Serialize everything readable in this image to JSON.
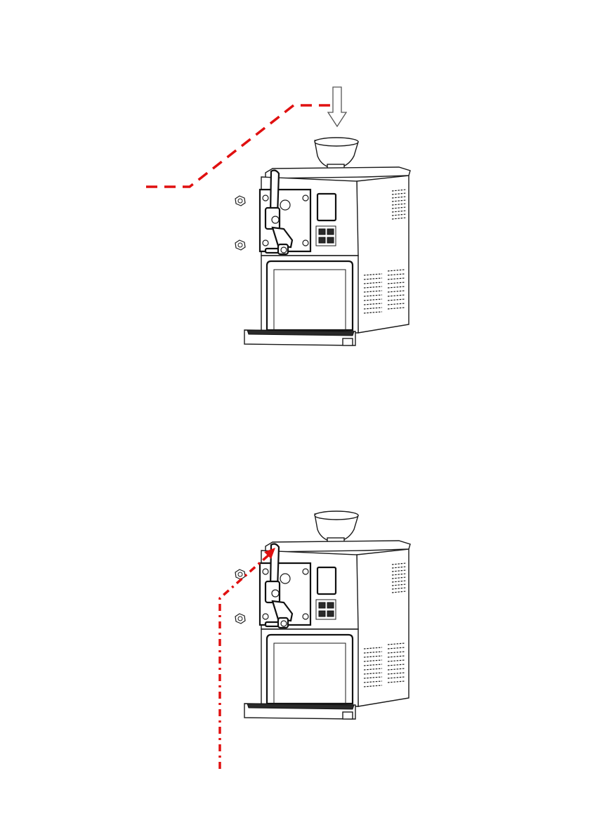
{
  "figure": {
    "panels": [
      {
        "name": "panel-top",
        "leader_style": "dashed",
        "shows_insert_arrow": true
      },
      {
        "name": "panel-bottom",
        "leader_style": "dash-dot",
        "shows_insert_arrow": false
      }
    ],
    "colors": {
      "leader": "#e01010",
      "outline": "#1a1a1a",
      "arrow": "#555555",
      "background": "#ffffff"
    },
    "icons": {
      "insert_arrow": "down-arrow-icon",
      "machine": "slush-machine-icon"
    }
  }
}
